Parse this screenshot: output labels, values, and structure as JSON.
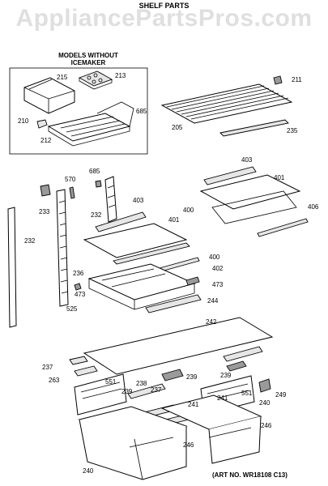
{
  "watermark": "AppliancePartsPros.com",
  "title": "SHELF PARTS",
  "group_label": {
    "line1": "MODELS WITHOUT",
    "line2": "ICEMAKER"
  },
  "art_no": "(ART NO. WR18108 C13)",
  "parts": {
    "p215": "215",
    "p213": "213",
    "p685a": "685",
    "p210": "210",
    "p212": "212",
    "p211": "211",
    "p205": "205",
    "p235": "235",
    "p570": "570",
    "p685b": "685",
    "p233": "233",
    "p232a": "232",
    "p403a": "403",
    "p401a": "401",
    "p400a": "400",
    "p402": "402",
    "p236": "236",
    "p473a": "473",
    "p473b": "473",
    "p525": "525",
    "p244": "244",
    "p232b": "232",
    "p403b": "403",
    "p401b": "401",
    "p400b": "400",
    "p406": "406",
    "p242": "242",
    "p237a": "237",
    "p263": "263",
    "p551a": "551",
    "p238": "238",
    "p239a": "239",
    "p239b": "239",
    "p237b": "237",
    "p239c": "239",
    "p551b": "551",
    "p249": "249",
    "p241a": "241",
    "p241b": "241",
    "p240a": "240",
    "p246a": "246",
    "p246b": "246",
    "p240b": "240"
  }
}
